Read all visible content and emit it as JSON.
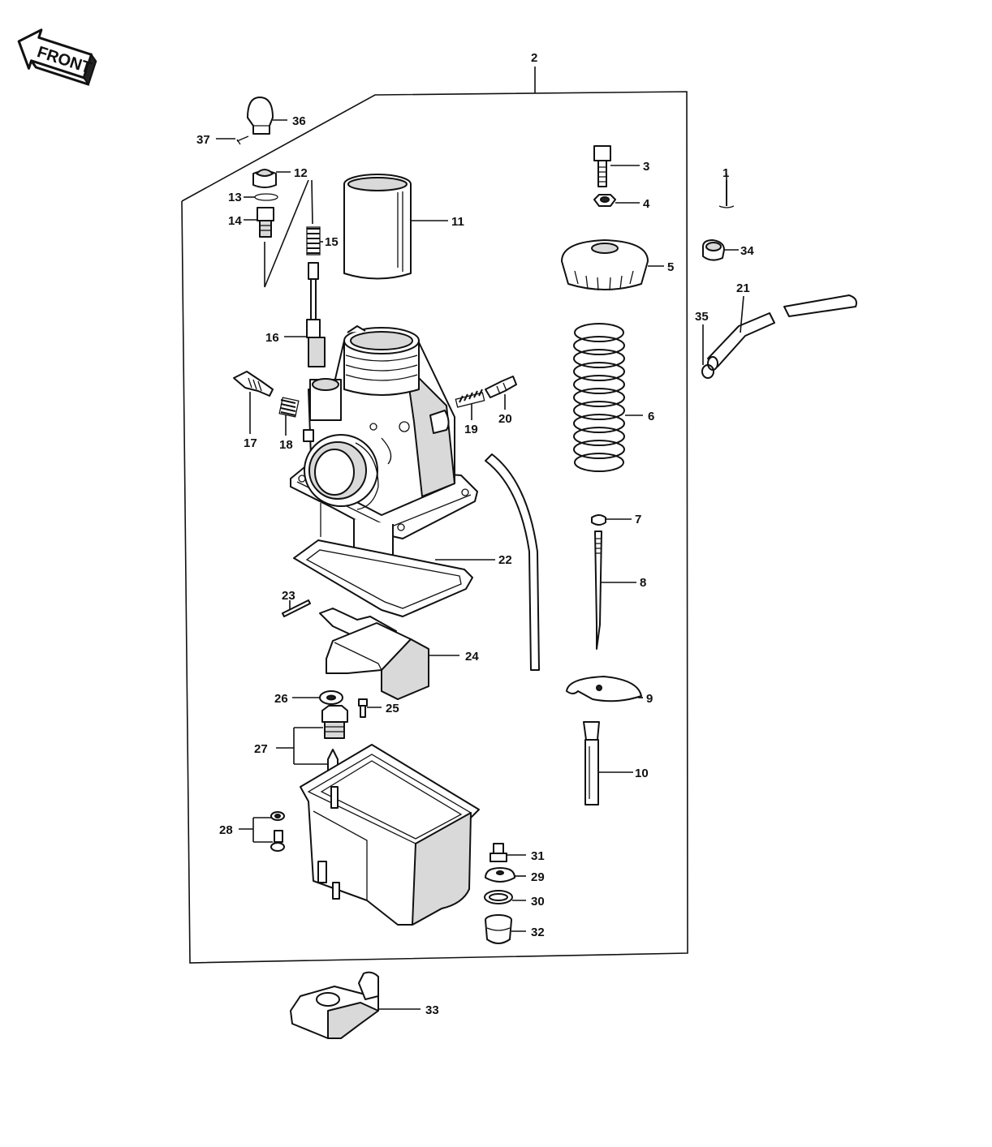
{
  "orientation_badge": "FRONT",
  "callouts": {
    "p1": "1",
    "p2": "2",
    "p3": "3",
    "p4": "4",
    "p5": "5",
    "p6": "6",
    "p7": "7",
    "p8": "8",
    "p9": "9",
    "p10": "10",
    "p11": "11",
    "p12": "12",
    "p13": "13",
    "p14": "14",
    "p15": "15",
    "p16": "16",
    "p17": "17",
    "p18": "18",
    "p19": "19",
    "p20": "20",
    "p21": "21",
    "p22": "22",
    "p23": "23",
    "p24": "24",
    "p25": "25",
    "p26": "26",
    "p27": "27",
    "p28": "28",
    "p29": "29",
    "p30": "30",
    "p31": "31",
    "p32": "32",
    "p33": "33",
    "p34": "34",
    "p35": "35",
    "p36": "36",
    "p37": "37"
  }
}
